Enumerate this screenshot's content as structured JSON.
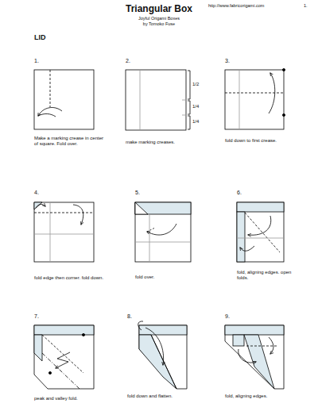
{
  "diagram": {
    "title": "Triangular Box",
    "labels": [
      "http://www.fabricorigami.com",
      "1.",
      "LID",
      "Joyful Origami Boxes",
      "by Tomoko Fuse",
      "1.",
      "Make a marking crease in center of square. Fold over.",
      "2.",
      "make marking creases.",
      "1/2",
      "1/4",
      "1/4",
      "3.",
      "fold down to first crease.",
      "4.",
      "fold edge then corner. fold down.",
      "5.",
      "fold over.",
      "6.",
      "fold, aligning edges. open folds.",
      "7.",
      "peak and valley fold.",
      "8.",
      "fold down and flatten.",
      "9.",
      "fold, aligning edges."
    ]
  }
}
